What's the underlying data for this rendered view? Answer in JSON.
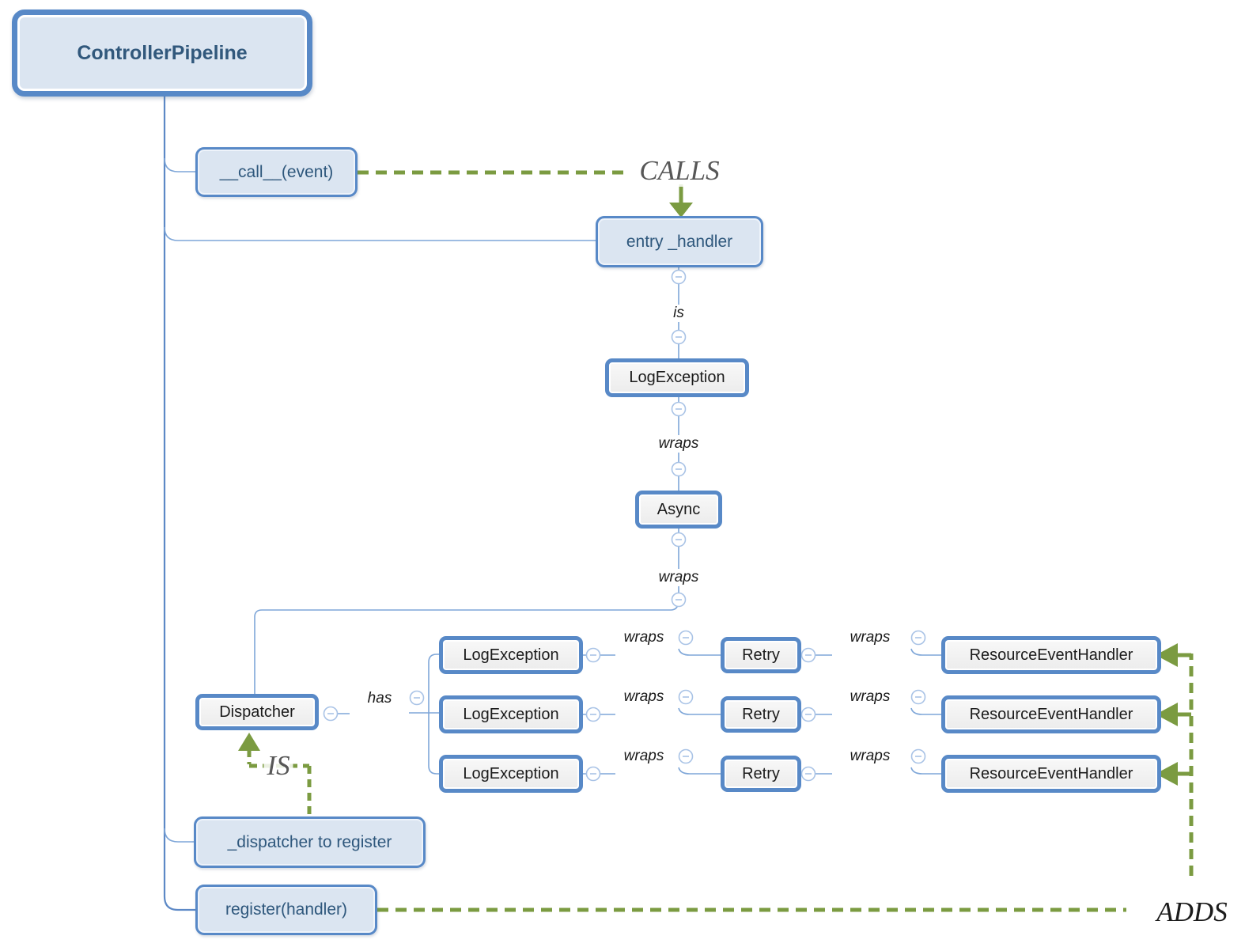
{
  "root": {
    "label": "ControllerPipeline"
  },
  "nodes": {
    "call_event": {
      "label": "__call__(event)"
    },
    "entry_handler": {
      "label": "entry _handler"
    },
    "log_exception": {
      "label": "LogException"
    },
    "async": {
      "label": "Async"
    },
    "dispatcher": {
      "label": "Dispatcher"
    },
    "dispatcher_to_register": {
      "label": "_dispatcher to register"
    },
    "register_handler": {
      "label": "register(handler)"
    }
  },
  "edge_labels": {
    "is": "is",
    "wraps": "wraps",
    "has": "has"
  },
  "relationships": {
    "calls": "CALLS",
    "is": "IS",
    "adds": "ADDS"
  },
  "pipeline_rows": [
    {
      "wrapper": "LogException",
      "wraps_a": "wraps",
      "middle": "Retry",
      "wraps_b": "wraps",
      "handler": "ResourceEventHandler"
    },
    {
      "wrapper": "LogException",
      "wraps_a": "wraps",
      "middle": "Retry",
      "wraps_b": "wraps",
      "handler": "ResourceEventHandler"
    },
    {
      "wrapper": "LogException",
      "wraps_a": "wraps",
      "middle": "Retry",
      "wraps_b": "wraps",
      "handler": "ResourceEventHandler"
    }
  ],
  "colors": {
    "node_border": "#5889c7",
    "node_fill_blue": "#dbe5f1",
    "node_fill_gray": "#f0f0f0",
    "node_text_blue": "#2e577c",
    "node_text_black": "#1b1b1b",
    "connector_blue": "#7ea6d8",
    "relationship_green": "#7b9b41",
    "relation_label_gray": "#575757",
    "relation_label_black": "#1c1c1c"
  }
}
